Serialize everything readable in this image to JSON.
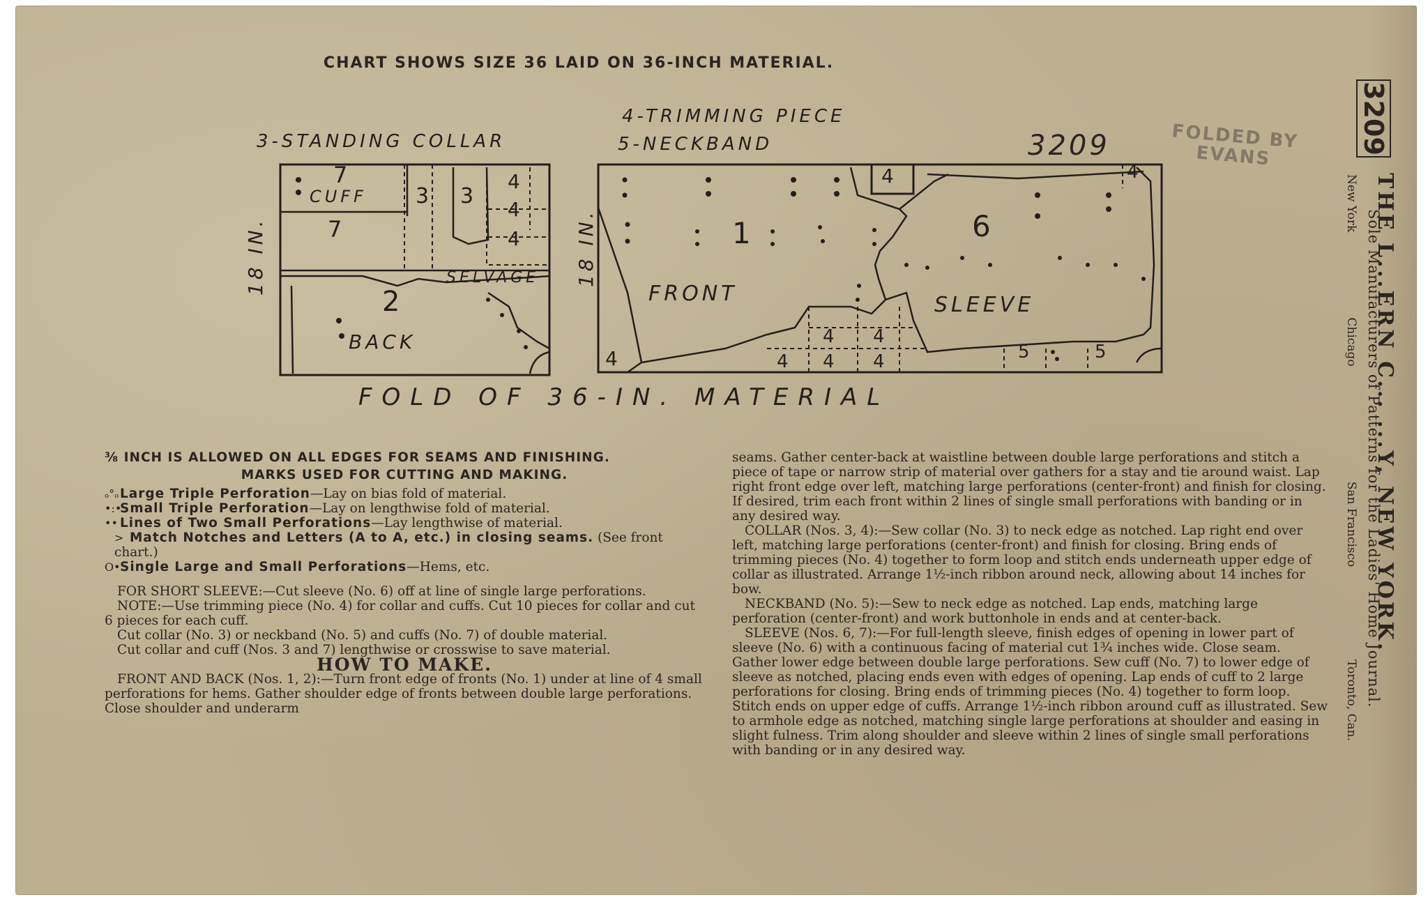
{
  "document": {
    "chart_title": "CHART SHOWS SIZE 36 LAID ON 36-INCH MATERIAL.",
    "pattern_number_handwritten": "3209",
    "stamp_text": [
      "FOLDED BY",
      "EVANS"
    ],
    "diagram": {
      "left_label": "3-STANDING COLLAR",
      "middle_label_top": "4-TRIMMING PIECE",
      "middle_label_bottom": "5-NECKBAND",
      "side_label_left": "18 IN.",
      "side_label_right": "18 IN.",
      "fold_label": "FOLD OF 36-IN. MATERIAL",
      "pieces": {
        "cuff_num": "7",
        "cuff_label": "CUFF",
        "cuff2_num": "7",
        "collar_a": "3",
        "collar_b": "3",
        "trim_a": "4",
        "trim_b": "4",
        "trim_c": "4",
        "back_num": "2",
        "back_label": "BACK",
        "selvage": "SELVAGE",
        "front_num": "1",
        "front_label": "FRONT",
        "sleeve_num": "6",
        "sleeve_label": "SLEEVE",
        "trim_top": "4",
        "trim_corner": "4",
        "trim_left_bottom": "4",
        "trim_row1_a": "4",
        "trim_row1_b": "4",
        "trim_row2_a": "4",
        "trim_row2_b": "4",
        "trim_row2_c": "4",
        "band_a": "5",
        "band_b": "5"
      }
    },
    "left_column": {
      "seam_note": "⅜ INCH IS ALLOWED ON ALL EDGES FOR SEAMS AND FINISHING.",
      "marks_heading": "MARKS USED FOR CUTTING AND MAKING.",
      "marks": [
        {
          "glyph": "ₒ°ₒ",
          "term": "Large Triple Perforation",
          "desc": "—Lay on bias fold of material."
        },
        {
          "glyph": "•:•",
          "term": "Small Triple Perforation",
          "desc": "—Lay on lengthwise fold of material."
        },
        {
          "glyph": "••",
          "term": "Lines of Two Small Perforations",
          "desc": "—Lay lengthwise of material."
        },
        {
          "glyph": ">",
          "term": "Match Notches and Letters (A to A, etc.) in closing seams.",
          "desc": " (See front chart.)"
        },
        {
          "glyph": "O•",
          "term": "Single Large and Small Perforations",
          "desc": "—Hems, etc."
        }
      ],
      "short_sleeve": "FOR SHORT SLEEVE:—Cut sleeve (No. 6) off at line of single large perforations.",
      "note": "NOTE:—Use trimming piece (No. 4) for collar and cuffs. Cut 10 pieces for collar and cut 6 pieces for each cuff.",
      "cut_collar": "Cut collar (No. 3) or neckband (No. 5) and cuffs (No. 7) of double material.",
      "cut_save": "Cut collar and cuff (Nos. 3 and 7) lengthwise or crosswise to save material.",
      "how_to_make": "HOW TO MAKE.",
      "front_back": "FRONT AND BACK (Nos. 1, 2):—Turn front edge of fronts (No. 1) under at line of 4 small perforations for hems. Gather shoulder edge of fronts between double large perforations. Close shoulder and underarm"
    },
    "right_column": {
      "p1": "seams. Gather center-back at waistline between double large perforations and stitch a piece of tape or narrow strip of material over gathers for a stay and tie around waist. Lap right front edge over left, matching large perforations (center-front) and finish for closing. If desired, trim each front within 2 lines of single small perforations with banding or in any desired way.",
      "p2": "COLLAR (Nos. 3, 4):—Sew collar (No. 3) to neck edge as notched. Lap right end over left, matching large perforations (center-front) and finish for closing. Bring ends of trimming pieces (No. 4) together to form loop and stitch ends underneath upper edge of collar as illustrated. Arrange 1½-inch ribbon around neck, allowing about 14 inches for bow.",
      "p3": "NECKBAND (No. 5):—Sew to neck edge as notched. Lap ends, matching large perforation (center-front) and work buttonhole in ends and at center-back.",
      "p4": "SLEEVE (Nos. 6, 7):—For full-length sleeve, finish edges of opening in lower part of sleeve (No. 6) with a continuous facing of material cut 1¾ inches wide. Close seam. Gather lower edge between double large perforations. Sew cuff (No. 7) to lower edge of sleeve as notched, placing ends even with edges of opening. Lap ends of cuff to 2 large perforations for closing. Bring ends of trimming pieces (No. 4) together to form loop. Stitch ends on upper edge of cuffs. Arrange 1½-inch ribbon around cuff as illustrated. Sew to armhole edge as notched, matching single large perforations at shoulder and easing in slight fulness. Trim along shoulder and sleeve within 2 lines of single small perforations with banding or in any desired way."
    },
    "side_panel": {
      "pattern_box": "3209",
      "company": "THE L...ERN C... ...Y, NEW YORK.",
      "subline": "Sole Manufacturers of Patterns for the Ladies' Home Journal.",
      "cities": [
        "New York",
        "Chicago",
        "San Francisco",
        "Toronto, Can."
      ]
    }
  }
}
